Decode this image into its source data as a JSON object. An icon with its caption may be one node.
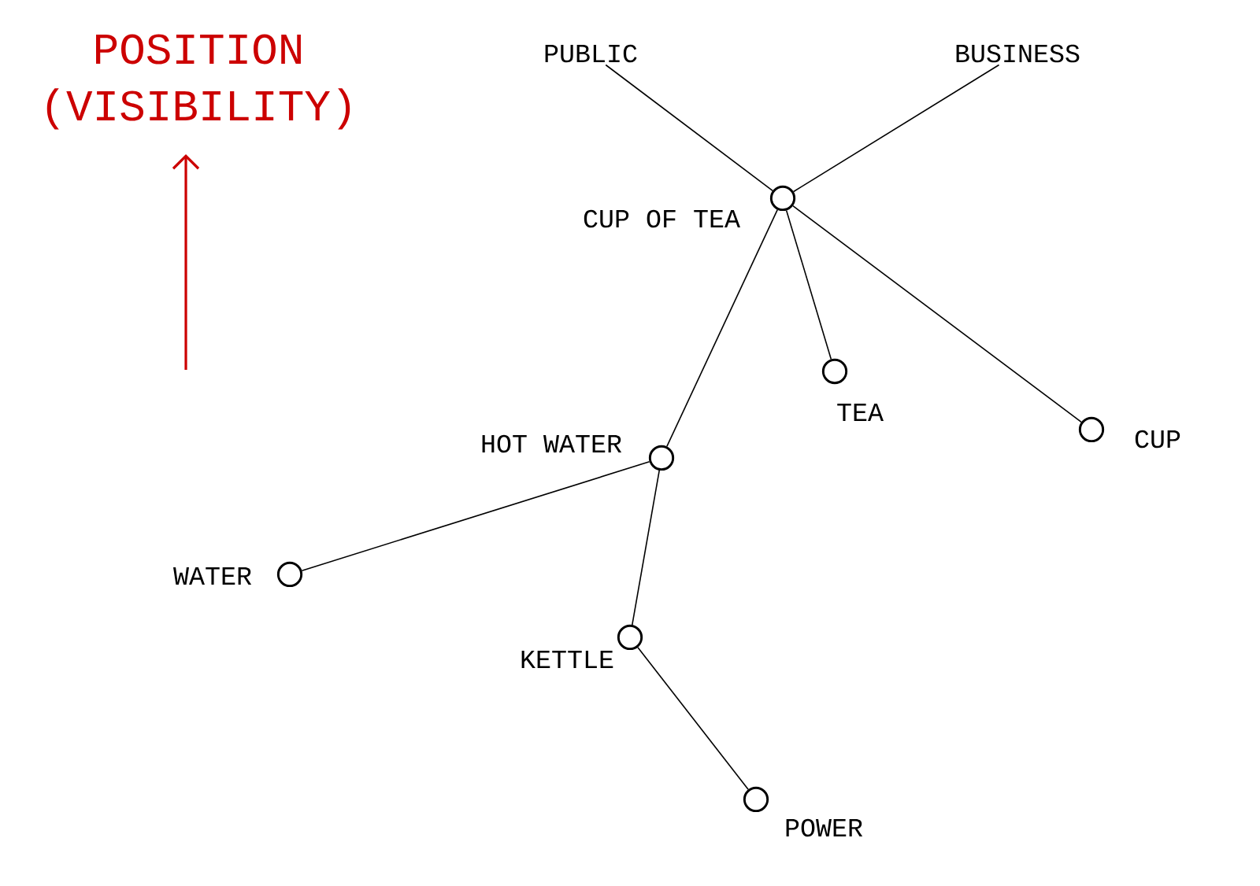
{
  "diagram": {
    "nodes": [
      {
        "text": [
          "PUBLIC"
        ]
      },
      {
        "text": [
          "BUSINESS"
        ]
      },
      {
        "text": [],
        "shape": "circle",
        "beside": [
          "CUP OF TEA"
        ]
      },
      {
        "text": [],
        "shape": "circle",
        "beside": [
          "TEA"
        ]
      },
      {
        "text": [],
        "shape": "circle",
        "beside": [
          "CUP"
        ]
      },
      {
        "text": [],
        "shape": "circle",
        "beside": [
          "HOT WATER"
        ]
      },
      {
        "text": [],
        "shape": "circle",
        "beside": [
          "WATER"
        ]
      },
      {
        "text": [],
        "shape": "circle",
        "beside": [
          "KETTLE"
        ]
      },
      {
        "text": [],
        "shape": "circle",
        "beside": [
          "POWER"
        ]
      }
    ],
    "edges": [
      {
        "from": 0,
        "to": 2,
        "arrow": "none"
      },
      {
        "from": 1,
        "to": 2,
        "arrow": "none"
      },
      {
        "from": 2,
        "to": 3,
        "arrow": "none"
      },
      {
        "from": 2,
        "to": 4,
        "arrow": "none"
      },
      {
        "from": 2,
        "to": 5,
        "arrow": "none"
      },
      {
        "from": 5,
        "to": 6,
        "arrow": "none"
      },
      {
        "from": 5,
        "to": 7,
        "arrow": "none"
      },
      {
        "from": 7,
        "to": 8,
        "arrow": "none"
      }
    ],
    "labels": [
      "POSITION (VISIBILITY)"
    ]
  }
}
